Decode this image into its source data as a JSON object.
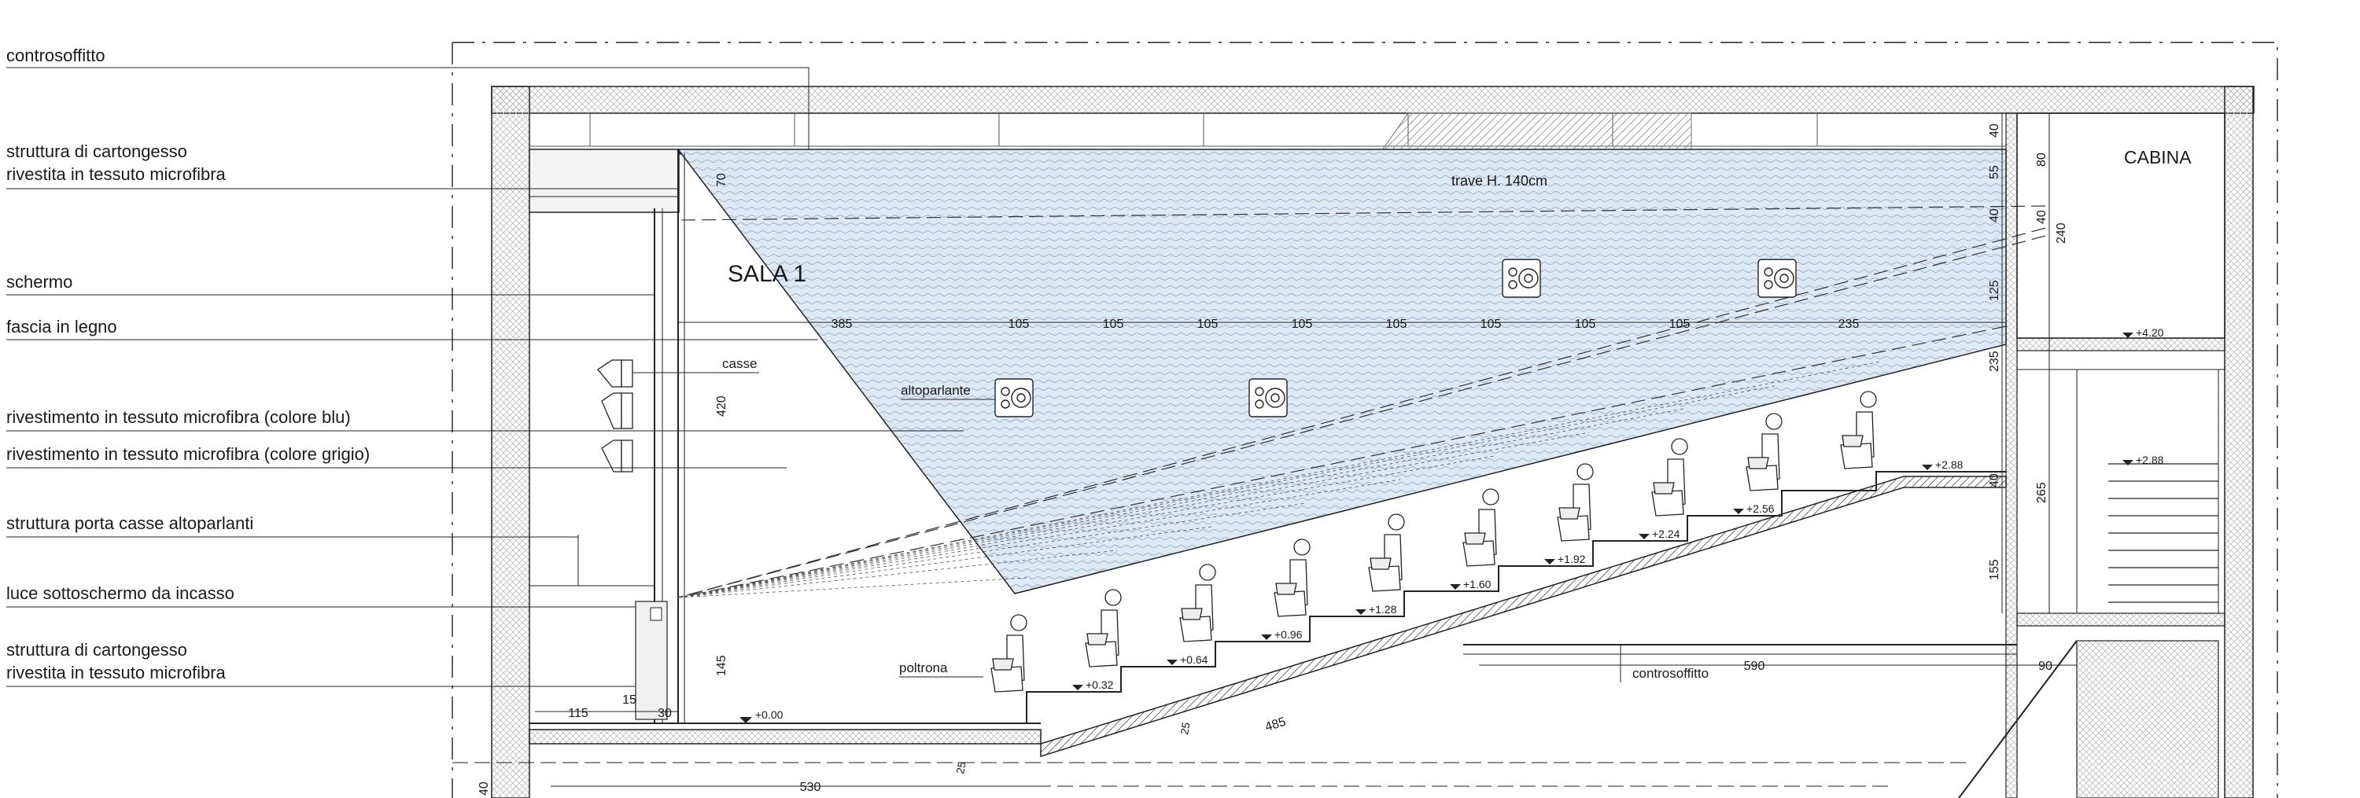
{
  "legend_labels": [
    "controsoffitto",
    "struttura di cartongesso",
    "rivestita in tessuto microfibra",
    "schermo",
    "fascia in legno",
    "rivestimento in tessuto microfibra (colore blu)",
    "rivestimento in tessuto microfibra (colore grigio)",
    "struttura porta casse altoparlanti",
    "luce sottoschermo da incasso",
    "struttura di cartongesso",
    "rivestita in tessuto microfibra"
  ],
  "rooms": {
    "hall": "SALA 1",
    "booth": "CABINA"
  },
  "callouts": {
    "beam": "trave H. 140cm",
    "speaker": "altoparlante",
    "speakers_stack": "casse",
    "seat": "poltrona",
    "ceiling_below": "controsoffitto"
  },
  "dimensions": {
    "speaker_spacing": [
      "385",
      "105",
      "105",
      "105",
      "105",
      "105",
      "105",
      "105",
      "105",
      "235"
    ],
    "screen_height": "420",
    "screen_top": "70",
    "screen_base": "145",
    "floor_left": [
      "115",
      "15",
      "30"
    ],
    "booth_stack": [
      "40",
      "55",
      "40",
      "125",
      "235",
      "40",
      "155"
    ],
    "booth_side": [
      "80",
      "40",
      "240",
      "265"
    ],
    "below_ceiling": "590",
    "below_right": "90",
    "ramp": "485",
    "ramp_small": "25",
    "basement": "530",
    "basement_left": "40",
    "riser": "25"
  },
  "levels": [
    "+0.00",
    "+0.32",
    "+0.64",
    "+0.96",
    "+1.28",
    "+1.60",
    "+1.92",
    "+2.24",
    "+2.56",
    "+2.88",
    "+2.88",
    "+4.20"
  ],
  "colors": {
    "line": "#222222",
    "fabric_blue": "#dde9f5",
    "pattern": "#9bb3cc"
  }
}
